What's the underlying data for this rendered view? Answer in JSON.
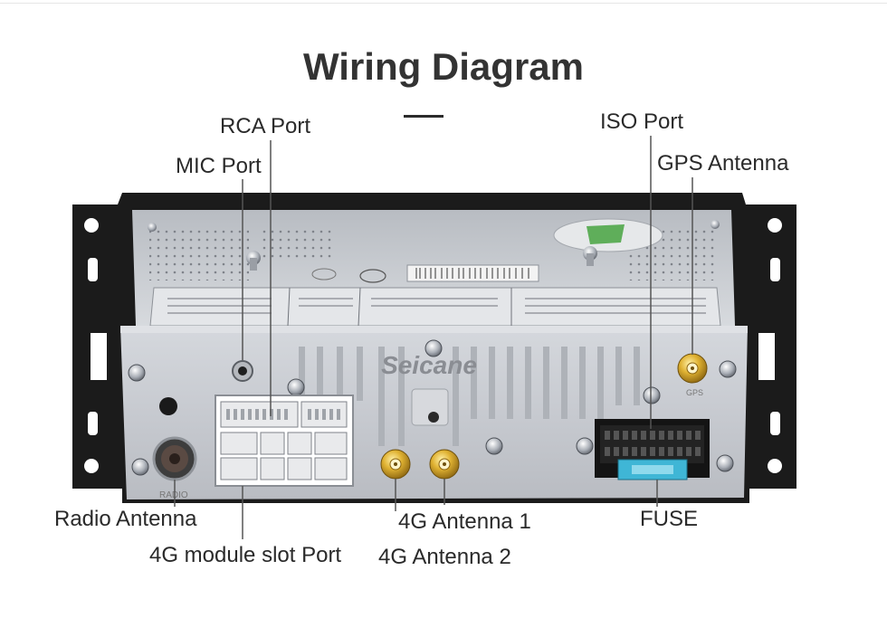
{
  "header": {
    "title": "Wiring Diagram"
  },
  "device": {
    "watermark": "Seicane",
    "radio_print": "RADIO",
    "gps_print": "GPS"
  },
  "ports": {
    "rca_port": "RCA Port",
    "mic_port": "MIC Port",
    "iso_port": "ISO Port",
    "gps_antenna": "GPS Antenna",
    "radio_antenna": "Radio Antenna",
    "module_4g_slot": "4G module slot Port",
    "antenna_4g_1": "4G Antenna 1",
    "antenna_4g_2": "4G Antenna 2",
    "fuse": "FUSE"
  },
  "colors": {
    "title": "#333333",
    "bracket": "#1b1b1b",
    "chassis": "#c9ccd2",
    "gold": "#d4a21a",
    "fuse": "#3fb6d6"
  }
}
